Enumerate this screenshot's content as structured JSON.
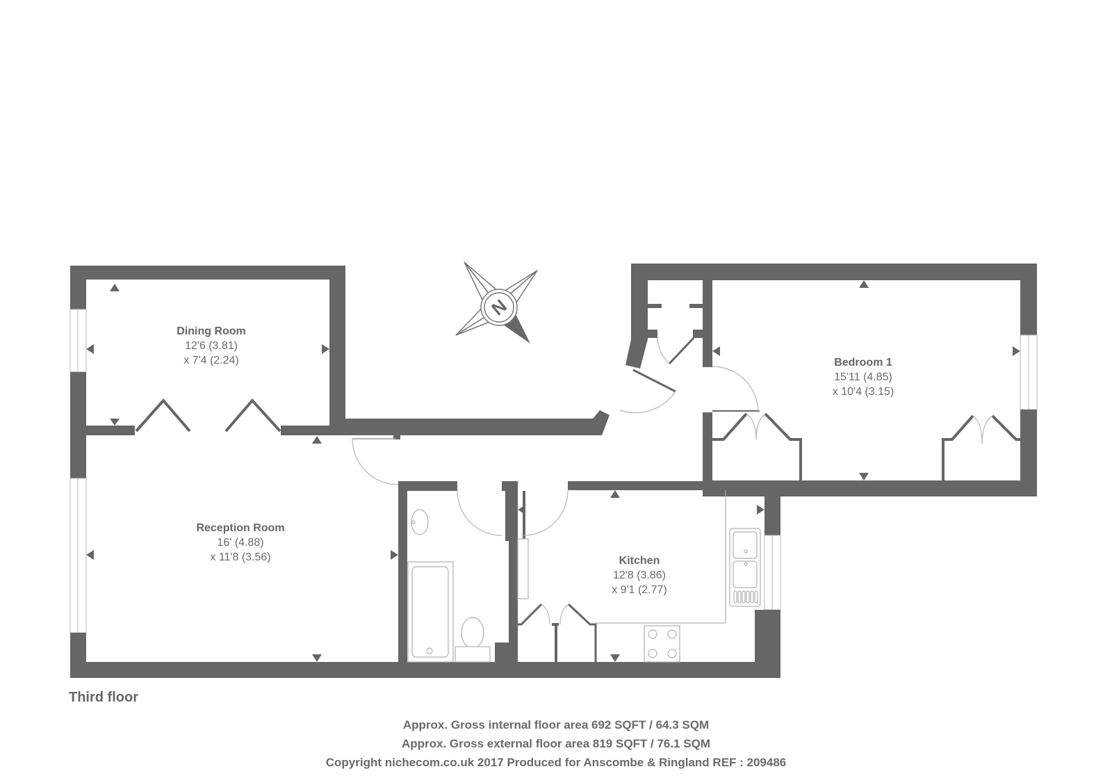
{
  "plan": {
    "floor_label": "Third floor",
    "rooms": [
      {
        "name": "Dining Room",
        "dim1": "12'6 (3.81)",
        "dim2": "x 7'4 (2.24)"
      },
      {
        "name": "Reception Room",
        "dim1": "16' (4.88)",
        "dim2": "x 11'8 (3.56)"
      },
      {
        "name": "Kitchen",
        "dim1": "12'8 (3.86)",
        "dim2": "x 9'1 (2.77)"
      },
      {
        "name": "Bedroom 1",
        "dim1": "15'11 (4.85)",
        "dim2": "x 10'4 (3.15)"
      }
    ],
    "compass": {
      "label": "N",
      "icon": "compass-rose-icon"
    }
  },
  "footer": {
    "internal_area": "Approx. Gross internal floor area 692 SQFT / 64.3 SQM",
    "external_area": "Approx. Gross external floor area 819 SQFT / 76.1 SQM",
    "copyright": "Copyright nichecom.co.uk 2017 Produced for Anscombe & Ringland REF : 209486"
  },
  "colors": {
    "wall": "#666666",
    "background": "#ffffff",
    "fixture_line": "#b0b0b0"
  }
}
